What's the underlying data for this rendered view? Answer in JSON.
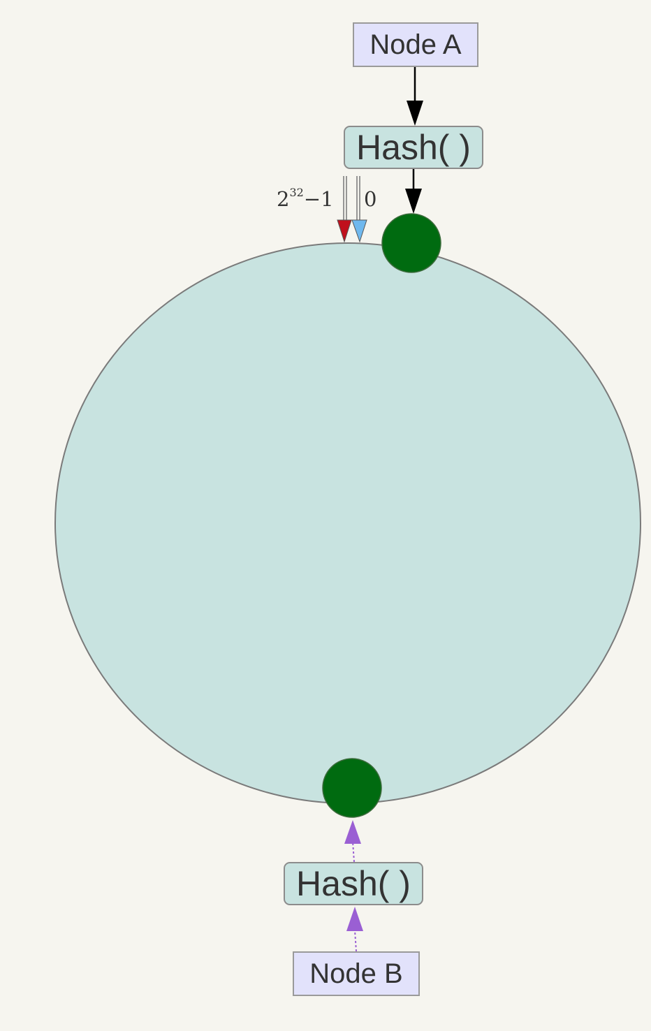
{
  "nodes": {
    "node_a": {
      "label": "Node A"
    },
    "node_b": {
      "label": "Node B"
    }
  },
  "hash": {
    "top_label": "Hash( )",
    "bottom_label": "Hash( )"
  },
  "ring": {
    "max_label_base": "2",
    "max_label_exponent": "32",
    "max_label_suffix": "−1",
    "zero_label": "0"
  },
  "colors": {
    "ring_fill": "#c8e3e0",
    "node_point": "#006b10",
    "max_marker": "#c0101c",
    "zero_marker": "#6fb8ee",
    "flow_arrow_a": "#000000",
    "flow_arrow_b": "#9a5fd3"
  }
}
